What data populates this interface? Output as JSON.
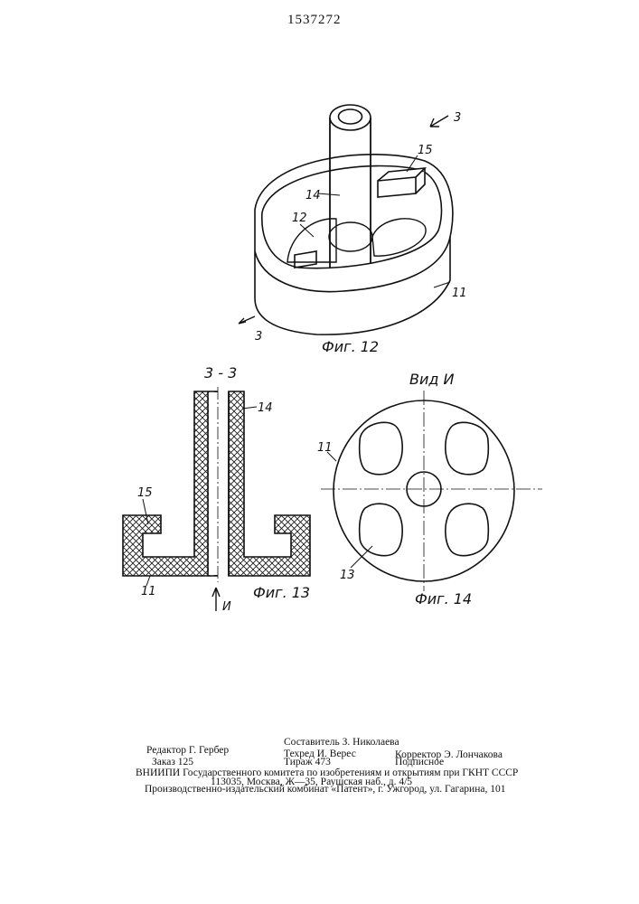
{
  "patent_number": "1537272",
  "figures": {
    "fig12": {
      "caption": "Фиг. 12",
      "labels": {
        "tube": "14",
        "stop": "15",
        "window": "12",
        "body": "11",
        "section_mark_top": "3",
        "section_mark_bottom": "3"
      }
    },
    "fig13": {
      "section_title": "3 - 3",
      "caption": "Фиг. 13",
      "labels": {
        "tube": "14",
        "stop": "15",
        "body": "11",
        "view_arrow": "И"
      }
    },
    "fig14": {
      "view_title": "Вид И",
      "caption": "Фиг. 14",
      "labels": {
        "body": "11",
        "opening": "13"
      }
    }
  },
  "colophon": {
    "compiler": "Составитель З. Николаева",
    "editor": "Редактор Г. Гербер",
    "techred": "Техред И. Верес",
    "corrector": "Корректор Э. Лончакова",
    "order": "Заказ 125",
    "circulation": "Тираж 473",
    "subscription": "Подписное",
    "institute": "ВНИИПИ Государственного комитета по изобретениям и открытиям при ГКНТ СССР",
    "address": "113035, Москва, Ж—35, Раушская наб., д. 4/5",
    "plant": "Производственно-издательский комбинат «Патент», г. Ужгород, ул. Гагарина, 101"
  }
}
